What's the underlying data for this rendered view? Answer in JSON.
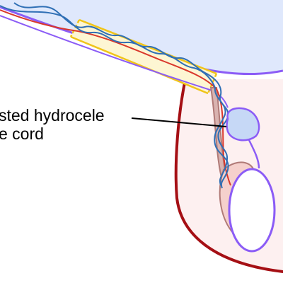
{
  "diagram": {
    "label": {
      "line1": "sted hydrocele",
      "line2": "e cord"
    }
  },
  "colors": {
    "abdomen_fill": "#dfe8fc",
    "abdomen_outline": "#8b5cf6",
    "scrotum_fill": "#fdf0f0",
    "scrotum_outline": "#a50f14",
    "canal_fill": "#fdf6d3",
    "canal_outline": "#f0c419",
    "vessel_blue": "#2f6fb5",
    "vessel_red": "#d9382c",
    "cord_fill": "#d9b3b0",
    "cord_outline": "#b07a77",
    "epididymis_fill": "#f5d0cc",
    "testis_fill": "#ffffff",
    "testis_outline": "#8b5cf6",
    "hydrocele_fill": "#c6d8f6",
    "hydrocele_outline": "#8b5cf6",
    "pointer_line": "#000000"
  },
  "icons": {
    "label_pointer": "pointer-line"
  }
}
